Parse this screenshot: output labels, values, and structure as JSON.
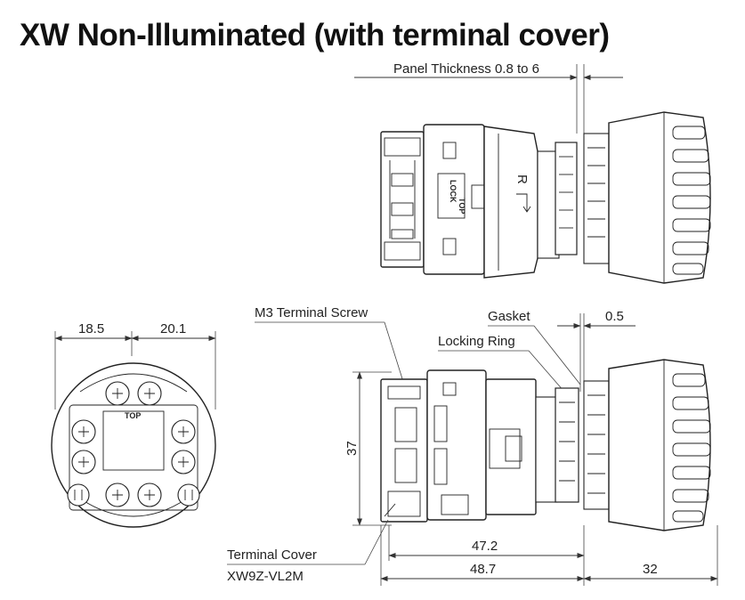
{
  "title": "XW Non-Illuminated (with terminal cover)",
  "labels": {
    "panel_thickness": "Panel Thickness 0.8 to 6",
    "m3_terminal_screw": "M3 Terminal Screw",
    "gasket": "Gasket",
    "locking_ring": "Locking Ring",
    "terminal_cover": "Terminal Cover",
    "terminal_cover_part": "XW9Z-VL2M"
  },
  "dimensions": {
    "left_width": "18.5",
    "right_width": "20.1",
    "gasket_thickness": "0.5",
    "height": "37",
    "body_length_to_ring": "47.2",
    "body_length": "48.7",
    "operator_length": "32"
  },
  "markings": {
    "top": "TOP",
    "lock": "LOCK",
    "r": "R"
  },
  "colors": {
    "line": "#222222",
    "background": "#ffffff"
  }
}
